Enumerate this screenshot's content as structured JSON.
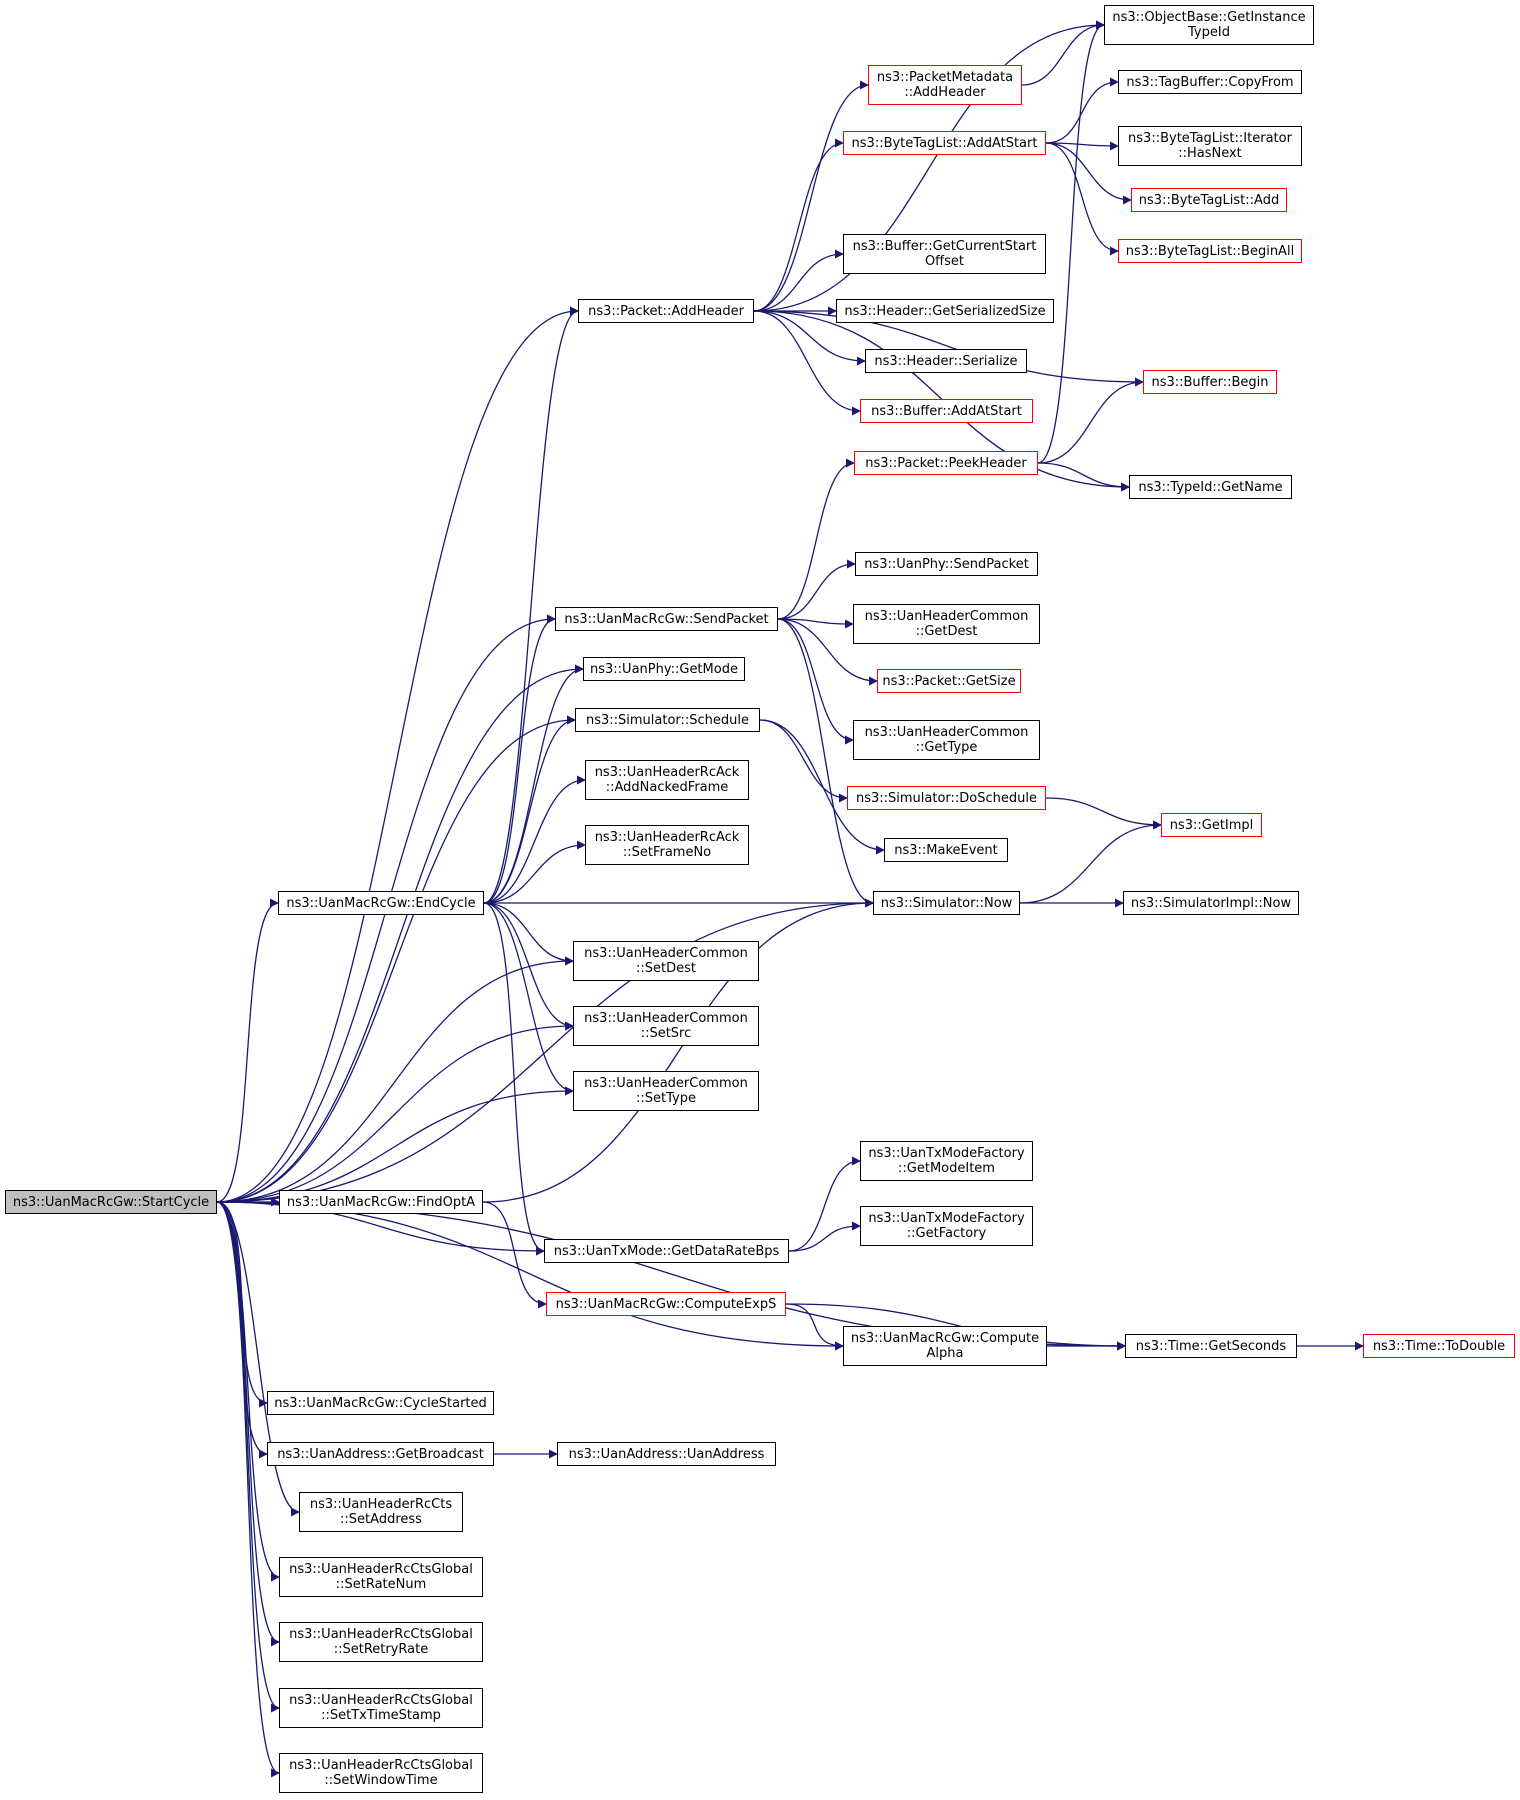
{
  "root": "ns3::UanMacRcGw::StartCycle",
  "colors": {
    "edge": "#191970",
    "node_border": "#000000",
    "truncated_border": "#ff0000",
    "root_fill": "#bfbfbf"
  },
  "nodes": [
    {
      "id": "start",
      "label": "ns3::UanMacRcGw::StartCycle",
      "style": "root"
    },
    {
      "id": "addheader",
      "label": "ns3::Packet::AddHeader",
      "style": "normal"
    },
    {
      "id": "objbase",
      "label": "ns3::ObjectBase::GetInstance\nTypeId",
      "style": "normal"
    },
    {
      "id": "pktmeta",
      "label": "ns3::PacketMetadata\n::AddHeader",
      "style": "truncated"
    },
    {
      "id": "tagbuf",
      "label": "ns3::TagBuffer::CopyFrom",
      "style": "normal"
    },
    {
      "id": "btl_addatstart",
      "label": "ns3::ByteTagList::AddAtStart",
      "style": "truncated"
    },
    {
      "id": "btl_iter",
      "label": "ns3::ByteTagList::Iterator\n::HasNext",
      "style": "normal"
    },
    {
      "id": "btl_add",
      "label": "ns3::ByteTagList::Add",
      "style": "truncated"
    },
    {
      "id": "btl_beginall",
      "label": "ns3::ByteTagList::BeginAll",
      "style": "truncated"
    },
    {
      "id": "buf_getcur",
      "label": "ns3::Buffer::GetCurrentStart\nOffset",
      "style": "normal"
    },
    {
      "id": "hdr_getsize",
      "label": "ns3::Header::GetSerializedSize",
      "style": "normal"
    },
    {
      "id": "hdr_serialize",
      "label": "ns3::Header::Serialize",
      "style": "normal"
    },
    {
      "id": "buf_begin",
      "label": "ns3::Buffer::Begin",
      "style": "truncated"
    },
    {
      "id": "buf_addatstart",
      "label": "ns3::Buffer::AddAtStart",
      "style": "truncated"
    },
    {
      "id": "peekheader",
      "label": "ns3::Packet::PeekHeader",
      "style": "truncated"
    },
    {
      "id": "typeid_getname",
      "label": "ns3::TypeId::GetName",
      "style": "normal"
    },
    {
      "id": "sendpacket",
      "label": "ns3::UanMacRcGw::SendPacket",
      "style": "normal"
    },
    {
      "id": "phy_sendpacket",
      "label": "ns3::UanPhy::SendPacket",
      "style": "normal"
    },
    {
      "id": "hc_getdest",
      "label": "ns3::UanHeaderCommon\n::GetDest",
      "style": "normal"
    },
    {
      "id": "phy_getmode",
      "label": "ns3::UanPhy::GetMode",
      "style": "normal"
    },
    {
      "id": "pkt_getsize",
      "label": "ns3::Packet::GetSize",
      "style": "truncated"
    },
    {
      "id": "sim_schedule",
      "label": "ns3::Simulator::Schedule",
      "style": "normal"
    },
    {
      "id": "hc_gettype",
      "label": "ns3::UanHeaderCommon\n::GetType",
      "style": "normal"
    },
    {
      "id": "rcack_addnacked",
      "label": "ns3::UanHeaderRcAck\n::AddNackedFrame",
      "style": "normal"
    },
    {
      "id": "sim_doschedule",
      "label": "ns3::Simulator::DoSchedule",
      "style": "truncated"
    },
    {
      "id": "getimpl",
      "label": "ns3::GetImpl",
      "style": "truncated"
    },
    {
      "id": "rcack_setframeno",
      "label": "ns3::UanHeaderRcAck\n::SetFrameNo",
      "style": "normal"
    },
    {
      "id": "makeevent",
      "label": "ns3::MakeEvent",
      "style": "normal"
    },
    {
      "id": "endcycle",
      "label": "ns3::UanMacRcGw::EndCycle",
      "style": "normal"
    },
    {
      "id": "sim_now",
      "label": "ns3::Simulator::Now",
      "style": "normal"
    },
    {
      "id": "simimpl_now",
      "label": "ns3::SimulatorImpl::Now",
      "style": "normal"
    },
    {
      "id": "hc_setdest",
      "label": "ns3::UanHeaderCommon\n::SetDest",
      "style": "normal"
    },
    {
      "id": "hc_setsrc",
      "label": "ns3::UanHeaderCommon\n::SetSrc",
      "style": "normal"
    },
    {
      "id": "hc_settype",
      "label": "ns3::UanHeaderCommon\n::SetType",
      "style": "normal"
    },
    {
      "id": "txf_getmodeitem",
      "label": "ns3::UanTxModeFactory\n::GetModeItem",
      "style": "normal"
    },
    {
      "id": "findopta",
      "label": "ns3::UanMacRcGw::FindOptA",
      "style": "normal"
    },
    {
      "id": "txf_getfactory",
      "label": "ns3::UanTxModeFactory\n::GetFactory",
      "style": "normal"
    },
    {
      "id": "getdatarate",
      "label": "ns3::UanTxMode::GetDataRateBps",
      "style": "normal"
    },
    {
      "id": "computeexps",
      "label": "ns3::UanMacRcGw::ComputeExpS",
      "style": "truncated"
    },
    {
      "id": "computealpha",
      "label": "ns3::UanMacRcGw::Compute\nAlpha",
      "style": "normal"
    },
    {
      "id": "time_getseconds",
      "label": "ns3::Time::GetSeconds",
      "style": "normal"
    },
    {
      "id": "time_todouble",
      "label": "ns3::Time::ToDouble",
      "style": "truncated"
    },
    {
      "id": "cyclestarted",
      "label": "ns3::UanMacRcGw::CycleStarted",
      "style": "normal"
    },
    {
      "id": "addr_getbcast",
      "label": "ns3::UanAddress::GetBroadcast",
      "style": "normal"
    },
    {
      "id": "addr_ctor",
      "label": "ns3::UanAddress::UanAddress",
      "style": "normal"
    },
    {
      "id": "rccts_setaddr",
      "label": "ns3::UanHeaderRcCts\n::SetAddress",
      "style": "normal"
    },
    {
      "id": "ctsg_setratenum",
      "label": "ns3::UanHeaderRcCtsGlobal\n::SetRateNum",
      "style": "normal"
    },
    {
      "id": "ctsg_setretry",
      "label": "ns3::UanHeaderRcCtsGlobal\n::SetRetryRate",
      "style": "normal"
    },
    {
      "id": "ctsg_settxts",
      "label": "ns3::UanHeaderRcCtsGlobal\n::SetTxTimeStamp",
      "style": "normal"
    },
    {
      "id": "ctsg_setwindow",
      "label": "ns3::UanHeaderRcCtsGlobal\n::SetWindowTime",
      "style": "normal"
    }
  ],
  "edges": [
    [
      "start",
      "addheader"
    ],
    [
      "start",
      "sendpacket"
    ],
    [
      "start",
      "phy_getmode"
    ],
    [
      "start",
      "sim_schedule"
    ],
    [
      "start",
      "endcycle"
    ],
    [
      "start",
      "hc_setdest"
    ],
    [
      "start",
      "hc_setsrc"
    ],
    [
      "start",
      "hc_settype"
    ],
    [
      "start",
      "sim_now"
    ],
    [
      "start",
      "findopta"
    ],
    [
      "start",
      "getdatarate"
    ],
    [
      "start",
      "computealpha"
    ],
    [
      "start",
      "time_getseconds"
    ],
    [
      "start",
      "cyclestarted"
    ],
    [
      "start",
      "addr_getbcast"
    ],
    [
      "start",
      "rccts_setaddr"
    ],
    [
      "start",
      "ctsg_setratenum"
    ],
    [
      "start",
      "ctsg_setretry"
    ],
    [
      "start",
      "ctsg_settxts"
    ],
    [
      "start",
      "ctsg_setwindow"
    ],
    [
      "addheader",
      "objbase"
    ],
    [
      "addheader",
      "pktmeta"
    ],
    [
      "addheader",
      "btl_addatstart"
    ],
    [
      "addheader",
      "buf_begin"
    ],
    [
      "addheader",
      "buf_getcur"
    ],
    [
      "addheader",
      "hdr_getsize"
    ],
    [
      "addheader",
      "hdr_serialize"
    ],
    [
      "addheader",
      "buf_addatstart"
    ],
    [
      "addheader",
      "typeid_getname"
    ],
    [
      "pktmeta",
      "objbase"
    ],
    [
      "btl_addatstart",
      "tagbuf"
    ],
    [
      "btl_addatstart",
      "btl_iter"
    ],
    [
      "btl_addatstart",
      "btl_add"
    ],
    [
      "btl_addatstart",
      "btl_beginall"
    ],
    [
      "peekheader",
      "objbase"
    ],
    [
      "peekheader",
      "buf_begin"
    ],
    [
      "peekheader",
      "typeid_getname"
    ],
    [
      "sendpacket",
      "peekheader"
    ],
    [
      "sendpacket",
      "phy_sendpacket"
    ],
    [
      "sendpacket",
      "hc_getdest"
    ],
    [
      "sendpacket",
      "pkt_getsize"
    ],
    [
      "sendpacket",
      "hc_gettype"
    ],
    [
      "sendpacket",
      "sim_now"
    ],
    [
      "sim_schedule",
      "sim_doschedule"
    ],
    [
      "sim_schedule",
      "makeevent"
    ],
    [
      "sim_doschedule",
      "getimpl"
    ],
    [
      "sim_now",
      "getimpl"
    ],
    [
      "sim_now",
      "simimpl_now"
    ],
    [
      "endcycle",
      "addheader"
    ],
    [
      "endcycle",
      "sendpacket"
    ],
    [
      "endcycle",
      "phy_getmode"
    ],
    [
      "endcycle",
      "sim_schedule"
    ],
    [
      "endcycle",
      "rcack_addnacked"
    ],
    [
      "endcycle",
      "rcack_setframeno"
    ],
    [
      "endcycle",
      "sim_now"
    ],
    [
      "endcycle",
      "hc_setdest"
    ],
    [
      "endcycle",
      "hc_setsrc"
    ],
    [
      "endcycle",
      "hc_settype"
    ],
    [
      "endcycle",
      "getdatarate"
    ],
    [
      "findopta",
      "sim_now"
    ],
    [
      "findopta",
      "computeexps"
    ],
    [
      "getdatarate",
      "txf_getmodeitem"
    ],
    [
      "getdatarate",
      "txf_getfactory"
    ],
    [
      "computeexps",
      "computealpha"
    ],
    [
      "computeexps",
      "time_getseconds"
    ],
    [
      "computealpha",
      "time_getseconds"
    ],
    [
      "time_getseconds",
      "time_todouble"
    ],
    [
      "addr_getbcast",
      "addr_ctor"
    ]
  ]
}
